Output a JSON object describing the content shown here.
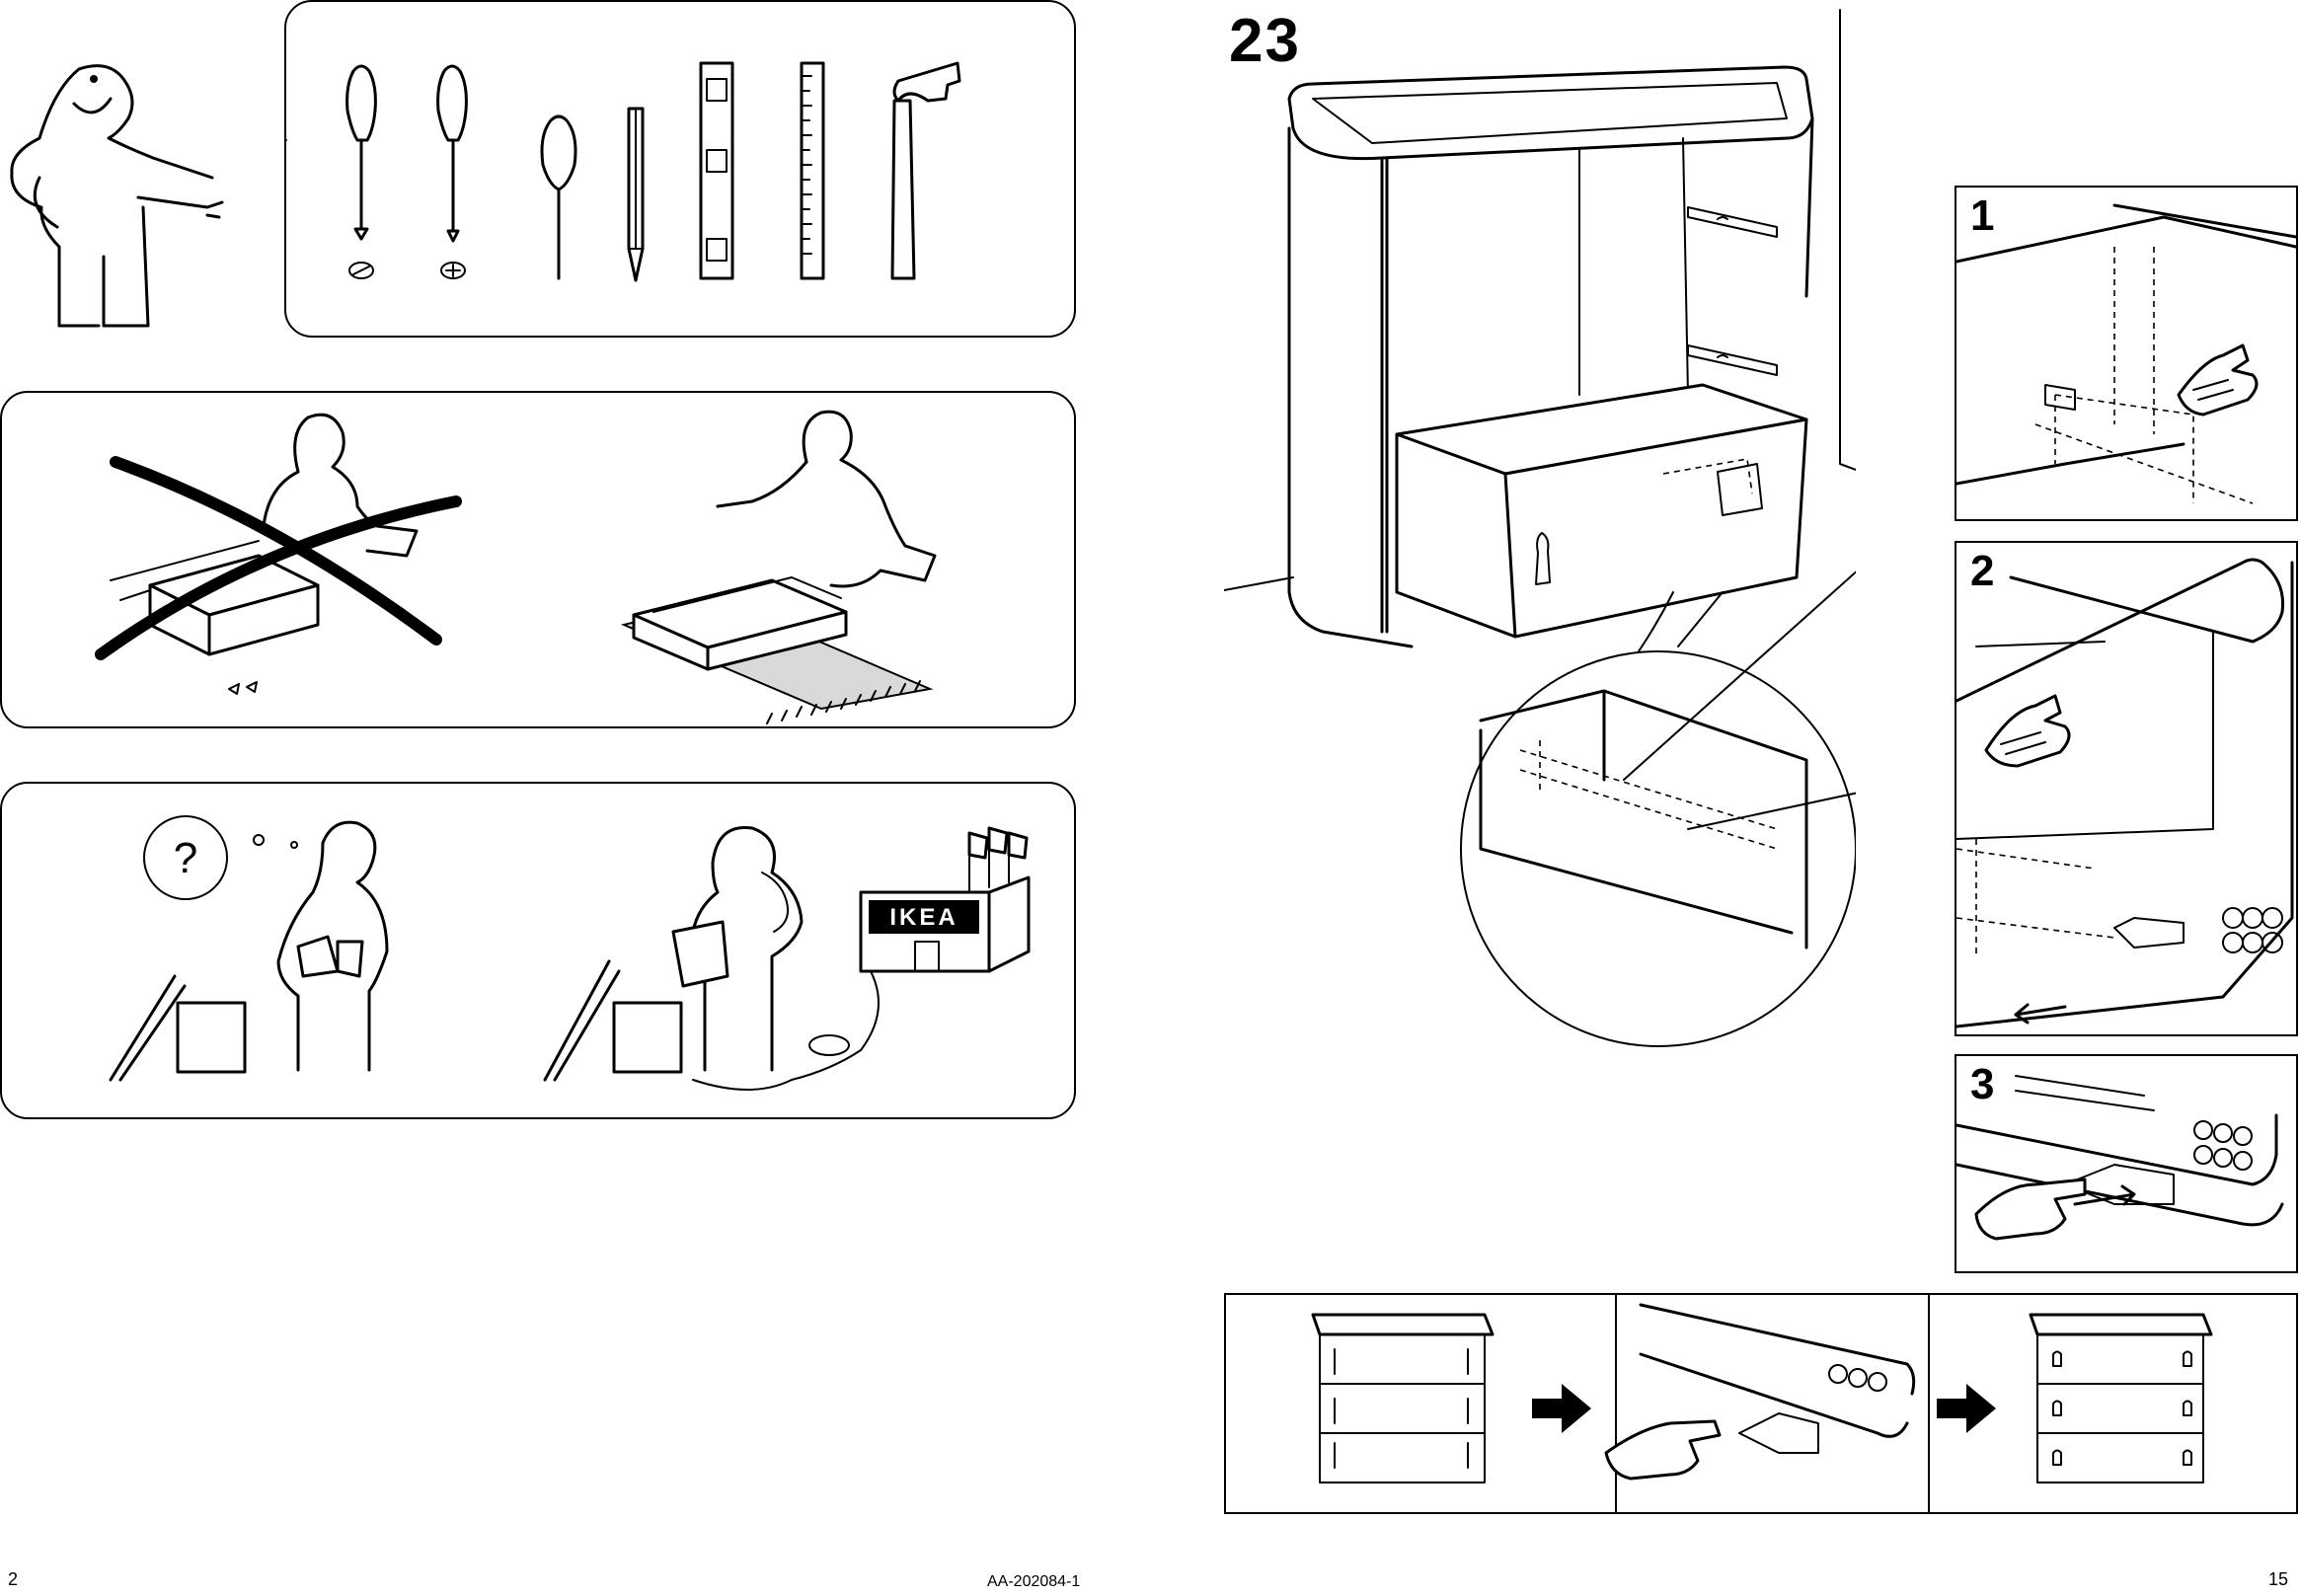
{
  "left_page": {
    "page_number": "2",
    "tools_panel": {
      "tools": [
        "flat-screwdriver",
        "phillips-screwdriver",
        "awl",
        "pencil",
        "spirit-level",
        "ruler",
        "hammer"
      ]
    },
    "floor_panel": {
      "wrong": "assembling on hard floor",
      "right": "assembling on soft mat"
    },
    "help_panel": {
      "question_mark": "?",
      "store_sign": "IKEA"
    }
  },
  "footer": {
    "document_code": "AA-202084-1"
  },
  "right_page": {
    "page_number": "15",
    "step": {
      "number": "23",
      "substeps": [
        {
          "number": "1"
        },
        {
          "number": "2"
        },
        {
          "number": "3"
        }
      ]
    },
    "bottom_strip": {
      "arrows": [
        "arrow-right-icon",
        "arrow-right-icon"
      ]
    }
  }
}
